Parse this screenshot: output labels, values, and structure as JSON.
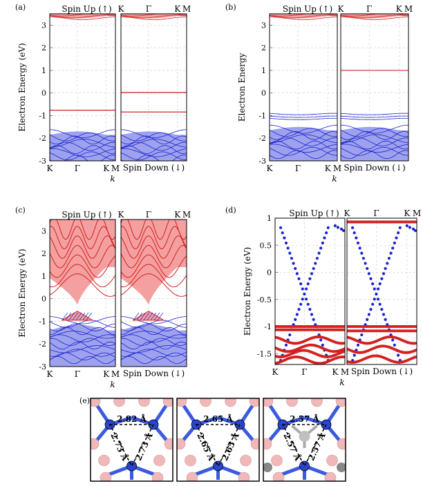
{
  "figure": {
    "panel_labels": [
      "(a)",
      "(b)",
      "(c)",
      "(d)",
      "(e)"
    ],
    "bottom_labels": [
      "2.82 Å",
      "2.73 Å",
      "2.73 Å",
      "2.65 Å",
      "2.65 Å",
      "2.65 Å",
      "2.57 Å",
      "2.57 Å",
      "2.57 Å"
    ]
  },
  "colors": {
    "spin_up_band": "#d42020",
    "spin_up_fill": "#f4a0a0",
    "spin_down_band": "#1a22cc",
    "spin_down_fill": "#9ea2ee",
    "atom_pink": "#f0b8b8",
    "atom_blue": "#2a44cc",
    "atom_grey": "#c0c0c0",
    "bond_blue": "#3a5ae0"
  },
  "chart_data": [
    {
      "panel": "(a)",
      "type": "line",
      "ylabel": "Electron Energy (eV)",
      "xlabel": "k",
      "ylim": [
        -3,
        3.5
      ],
      "yticks": [
        -3,
        -2,
        -1,
        0,
        1,
        2,
        3
      ],
      "top_left_title": "Spin Up (↑)",
      "bottom_right_title": "Spin Down (↓)",
      "left_k_labels": [
        "K",
        "Γ",
        "K",
        "M"
      ],
      "right_k_labels": [
        "K",
        "Γ",
        "K",
        "M"
      ],
      "grid": true,
      "up_flat_bands": [
        -0.76
      ],
      "down_flat_bands": [
        0.02,
        -0.84
      ],
      "valence_top": -1.7,
      "conduction_bottom": 3.3
    },
    {
      "panel": "(b)",
      "type": "line",
      "ylabel": "Electron Energy",
      "xlabel": "k",
      "ylim": [
        -3,
        3.5
      ],
      "yticks": [
        -3,
        -2,
        -1,
        0,
        1,
        2,
        3
      ],
      "top_left_title": "Spin Up (↑)",
      "bottom_right_title": "Spin Down (↓)",
      "left_k_labels": [
        "K",
        "Γ",
        "K",
        "M"
      ],
      "right_k_labels": [
        "K",
        "Γ",
        "K",
        "M"
      ],
      "grid": true,
      "up_flat_bands": [],
      "down_flat_bands": [
        1.0
      ],
      "valence_top": -1.5,
      "conduction_bottom": 3.3
    },
    {
      "panel": "(c)",
      "type": "line",
      "ylabel": "Electron Energy (eV)",
      "xlabel": "k",
      "ylim": [
        -3,
        3.5
      ],
      "yticks": [
        -3,
        -2,
        -1,
        0,
        1,
        2,
        3
      ],
      "top_left_title": "Spin Up (↑)",
      "bottom_right_title": "Spin Down (↓)",
      "left_k_labels": [
        "K",
        "Γ",
        "K",
        "M"
      ],
      "right_k_labels": [
        "K",
        "Γ",
        "K",
        "M"
      ],
      "grid": true,
      "dirac_point": -0.3,
      "valence_top": -0.9,
      "conduction_bottom": -0.3
    },
    {
      "panel": "(d)",
      "type": "scatter",
      "ylabel": "Electron Energy (eV)",
      "xlabel": "k",
      "ylim": [
        -1.7,
        1.0
      ],
      "yticks": [
        -1.5,
        -1,
        -0.5,
        0,
        0.5,
        1
      ],
      "top_left_title": "Spin Up (↑)",
      "bottom_right_title": "Spin Down (↓)",
      "left_k_labels": [
        "K",
        "Γ",
        "K",
        "M"
      ],
      "right_k_labels": [
        "K",
        "Γ",
        "K",
        "M"
      ],
      "grid": true,
      "crossing_energy": -0.4,
      "upper_flat_band": 0.93
    }
  ]
}
